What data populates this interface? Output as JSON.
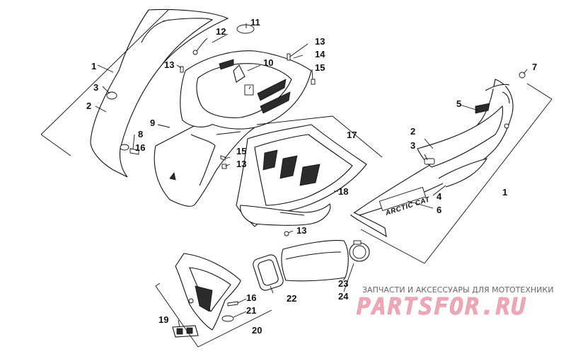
{
  "callouts": {
    "c1_left": "1",
    "c2_left": "2",
    "c3_left": "3",
    "c8": "8",
    "c9": "9",
    "c16_left": "16",
    "c12": "12",
    "c11": "11",
    "c13_top_left": "13",
    "c10": "10",
    "c13_top_right": "13",
    "c14": "14",
    "c15_top": "15",
    "c15_mid": "15",
    "c13_mid": "13",
    "c17": "17",
    "c18": "18",
    "c13_low": "13",
    "c7": "7",
    "c5": "5",
    "c2_right": "2",
    "c3_right": "3",
    "c4": "4",
    "c6": "6",
    "c1_right": "1",
    "c22": "22",
    "c23": "23",
    "c24": "24",
    "c16_bottom": "16",
    "c21": "21",
    "c19": "19",
    "c20": "20"
  },
  "decal_text": "ARCTIC CAT",
  "watermark": {
    "tagline": "ЗАПЧАСТИ И АКСЕССУАРЫ ДЛЯ МОТОТЕХНИКИ",
    "logo": "PARTSFOR.RU"
  },
  "colors": {
    "line": "#111111",
    "watermark_logo": "#f4a6b4",
    "watermark_text": "#666666"
  }
}
